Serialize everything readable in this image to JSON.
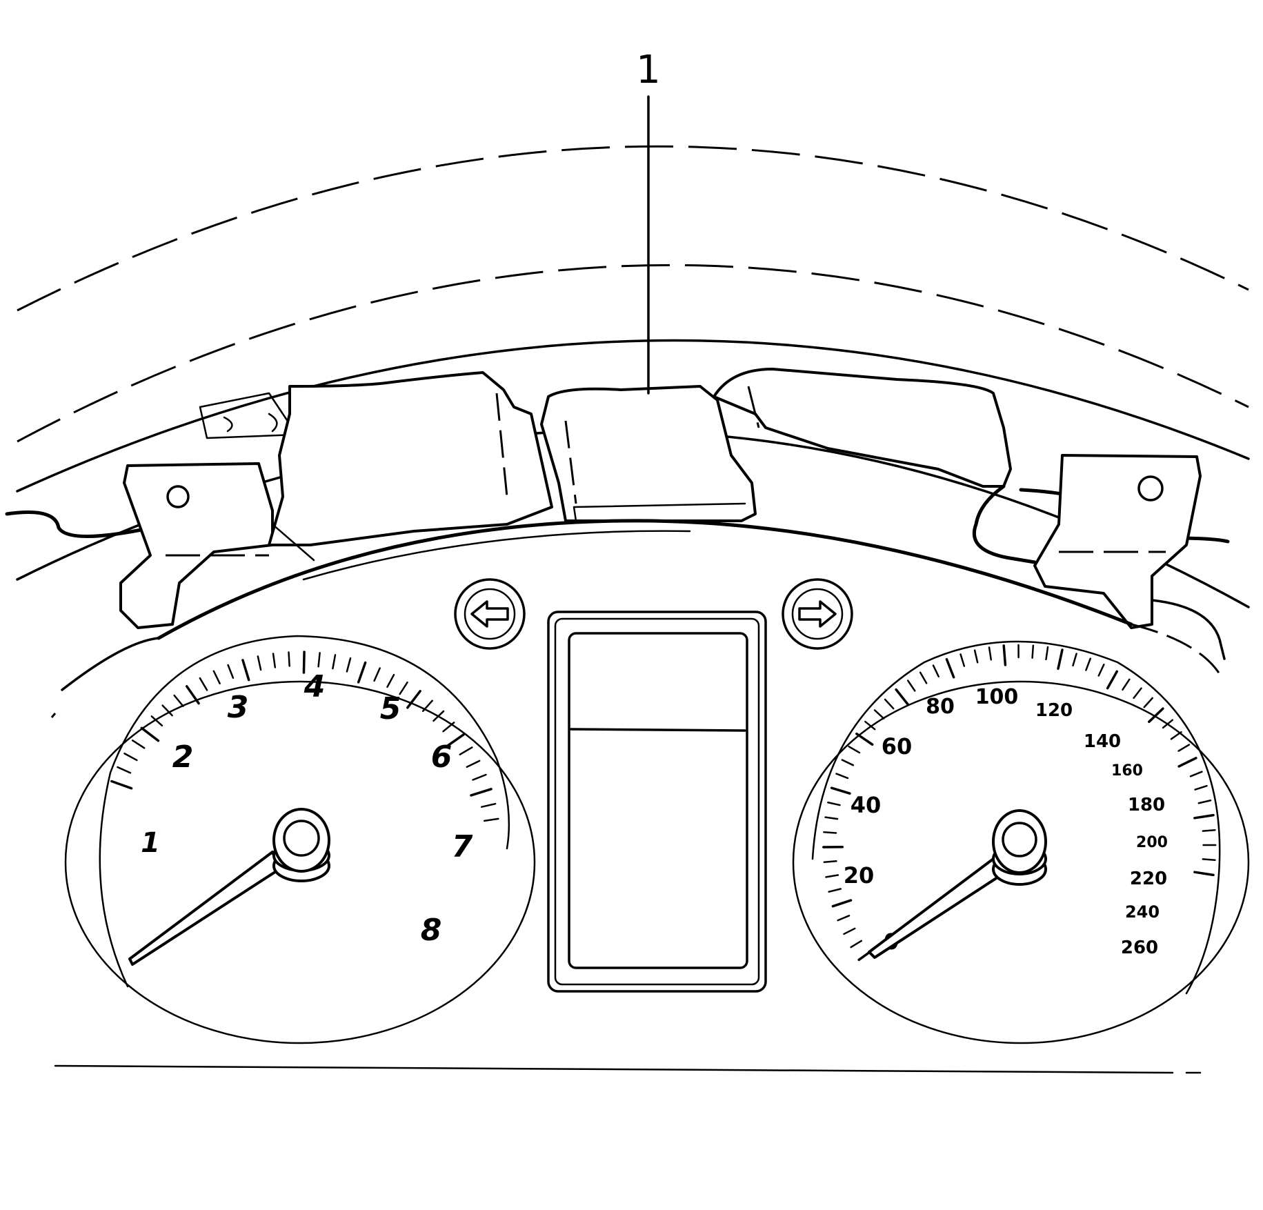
{
  "callouts": [
    {
      "label": "1"
    }
  ],
  "tachometer": {
    "labels": [
      "1",
      "2",
      "3",
      "4",
      "5",
      "6",
      "7",
      "8"
    ]
  },
  "speedometer": {
    "labels": [
      "0",
      "20",
      "40",
      "60",
      "80",
      "100",
      "120",
      "140",
      "160",
      "180",
      "200",
      "220",
      "240",
      "260"
    ]
  }
}
